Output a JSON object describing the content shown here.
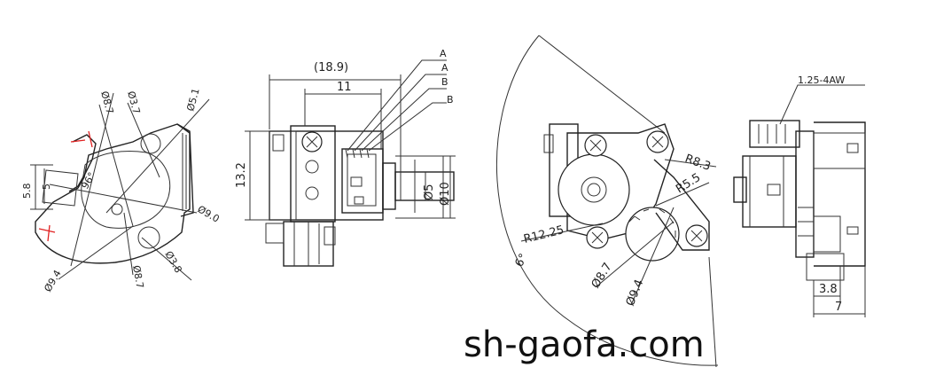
{
  "labels": {
    "v1_d37a": "Ø3.7",
    "v1_d87": "Ø8.7",
    "v1_d51": "Ø5.1",
    "v1_58": "5.8",
    "v1_5": "5",
    "v1_96": "96°",
    "v1_d94": "Ø9.4",
    "v1_d87b": "Ø8.7",
    "v1_d38": "Ø3.8",
    "v1_d90": "Ø9.0",
    "v2_189": "(18.9)",
    "v2_11": "11",
    "v2_132": "13.2",
    "v2_d5": "Ø5",
    "v2_d10": "Ø10",
    "pinA1": "A",
    "pinA2": "A",
    "pinB1": "B",
    "pinB2": "B",
    "v3_r83": "R8.3",
    "v3_r55": "R5.5",
    "v3_r1225": "R12.25",
    "v3_phi6": "6°",
    "v3_d87": "Ø8.7",
    "v3_d94": "Ø9.4",
    "v4_conn": "1.25-4AW",
    "v4_38": "3.8",
    "v4_7": "7"
  },
  "watermark": "sh-gaofa.com"
}
